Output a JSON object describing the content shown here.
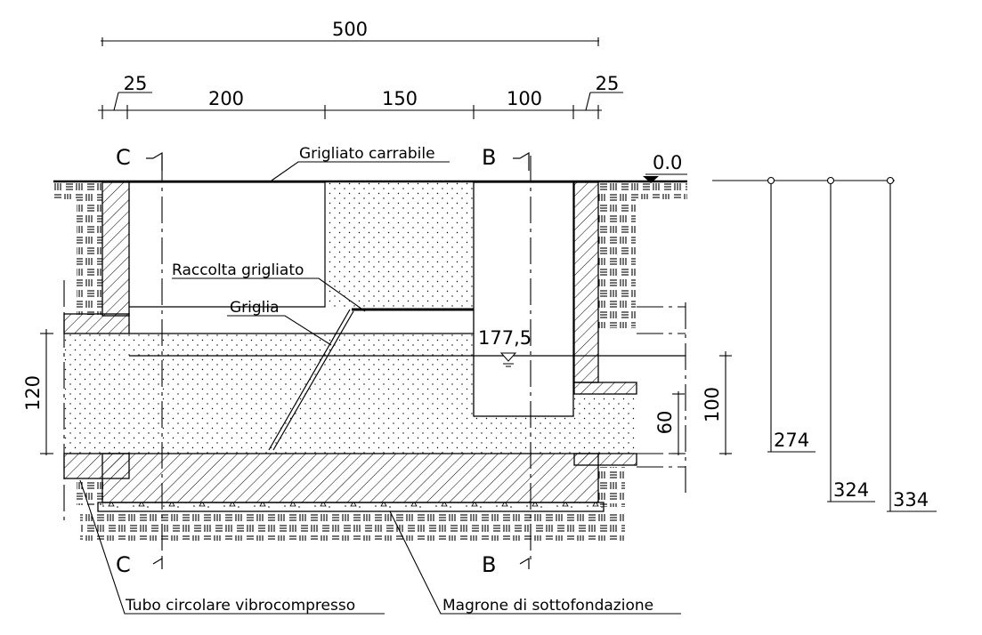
{
  "dimensions": {
    "total_width": "500",
    "wall_left": "25",
    "part_1": "200",
    "part_2": "150",
    "part_3": "100",
    "wall_right": "25",
    "pipe_height_left": "120",
    "outlet_height": "100",
    "lower_outlet": "60"
  },
  "levels": {
    "ground": "0.0",
    "water": "177,5",
    "depth_1": "274",
    "depth_2": "324",
    "depth_3": "334"
  },
  "section_marks": {
    "c_top": "C",
    "c_bottom": "C",
    "b_top": "B",
    "b_bottom": "B"
  },
  "labels": {
    "grating": "Grigliato carrabile",
    "screenings_collection": "Raccolta grigliato",
    "screen": "Griglia",
    "pipe": "Tubo circolare vibrocompresso",
    "lean_concrete": "Magrone di sottofondazione"
  },
  "colors": {
    "line": "#000000",
    "background": "#ffffff"
  }
}
